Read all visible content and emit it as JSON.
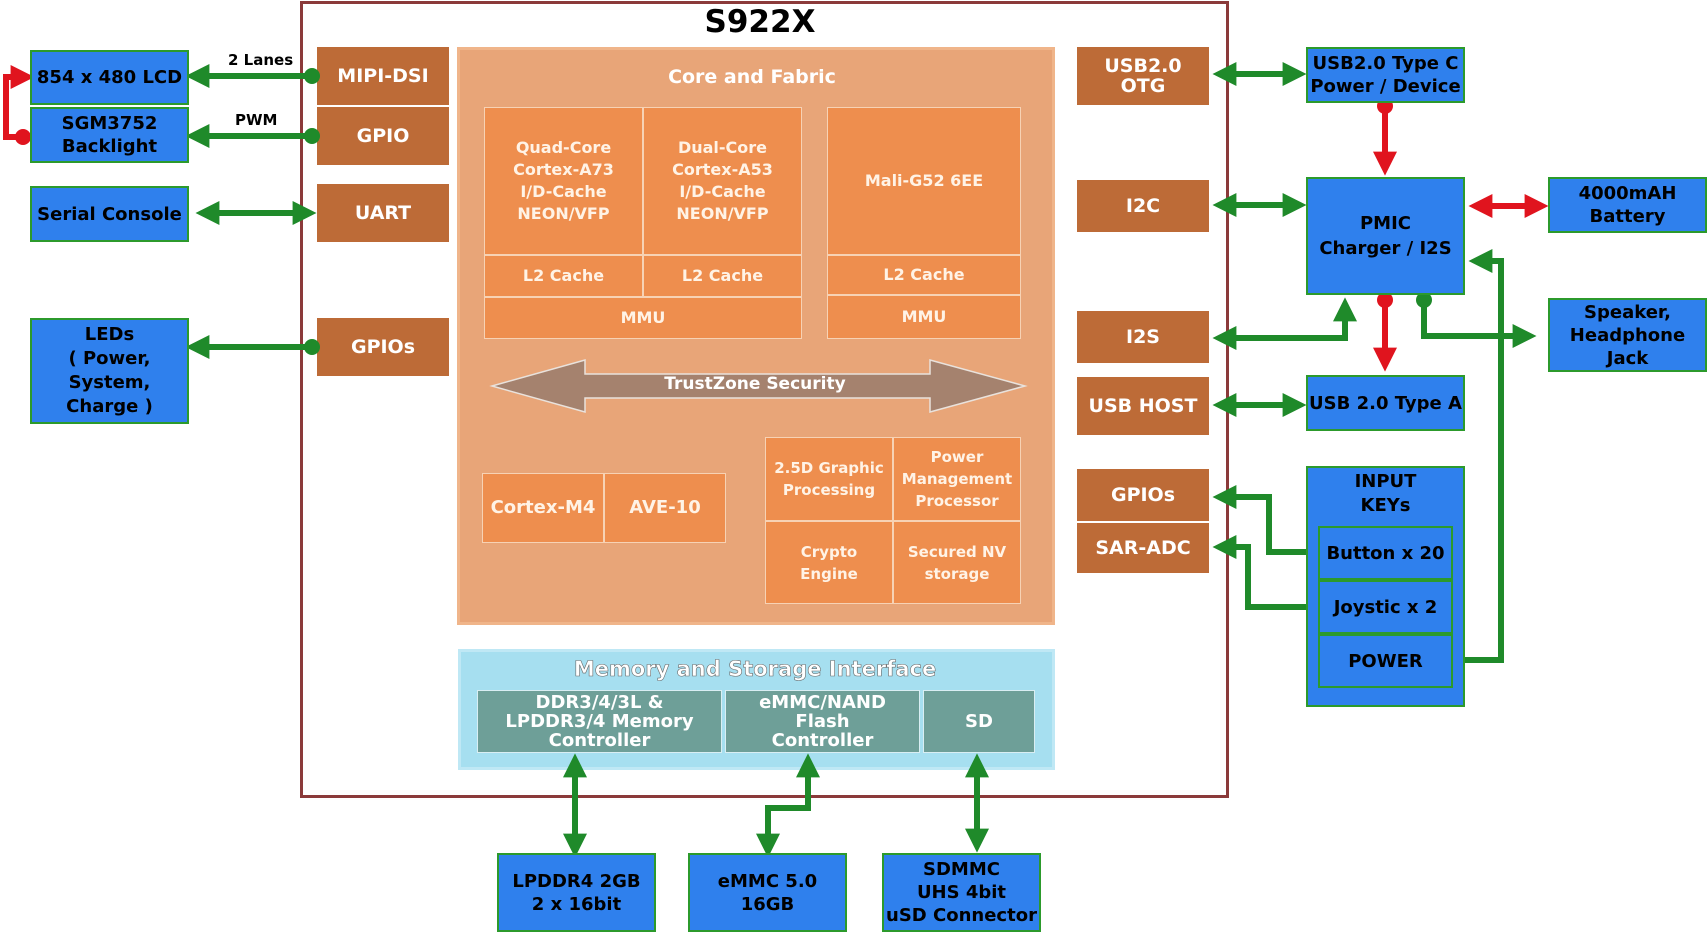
{
  "soc": {
    "title": "S922X",
    "core_title": "Core and Fabric",
    "a73": "Quad-Core\nCortex-A73\nI/D-Cache\nNEON/VFP",
    "a53": "Dual-Core\nCortex-A53\nI/D-Cache\nNEON/VFP",
    "gpu": "Mali-G52 6EE",
    "l2": "L2 Cache",
    "mmu": "MMU",
    "trustzone": "TrustZone Security",
    "cortex_m4": "Cortex-M4",
    "ave": "AVE-10",
    "graphic": "2.5D Graphic\nProcessing",
    "pmp": "Power\nManagement\nProcessor",
    "crypto": "Crypto\nEngine",
    "secured": "Secured NV\nstorage",
    "mem_title": "Memory and Storage Interface",
    "ddr": "DDR3/4/3L &\nLPDDR3/4 Memory\nController",
    "emmc_ctrl": "eMMC/NAND\nFlash\nController",
    "sd": "SD"
  },
  "ports_left": {
    "mipi": "MIPI-DSI",
    "gpio": "GPIO",
    "uart": "UART",
    "gpios": "GPIOs"
  },
  "ports_right": {
    "usb_otg": "USB2.0\nOTG",
    "i2c": "I2C",
    "i2s": "I2S",
    "usb_host": "USB HOST",
    "gpios": "GPIOs",
    "saradc": "SAR-ADC"
  },
  "external": {
    "lcd": "854 x 480 LCD",
    "backlight": "SGM3752\nBacklight",
    "serial": "Serial Console",
    "leds": "LEDs\n( Power,\nSystem,\nCharge )",
    "usb_c": "USB2.0 Type C\nPower / Device",
    "pmic": "PMIC\nCharger / I2S",
    "battery": "4000mAH\nBattery",
    "speaker": "Speaker,\nHeadphone\nJack",
    "usb_a": "USB 2.0 Type A",
    "input_title": "INPUT\nKEYs",
    "buttons": "Button x 20",
    "joystick": "Joystic x 2",
    "power": "POWER",
    "lpddr4": "LPDDR4 2GB\n2 x 16bit",
    "emmc": "eMMC 5.0\n16GB",
    "sdmmc": "SDMMC\nUHS 4bit\nuSD Connector"
  },
  "link_labels": {
    "lanes": "2 Lanes",
    "pwm": "PWM"
  },
  "colors": {
    "external_fill": "#2f80ed",
    "port_fill": "#bd6b37",
    "core_fill": "#e8a578",
    "memory_fill": "#a6dff0",
    "green_link": "#1f8a2a",
    "red_link": "#e0141e"
  }
}
